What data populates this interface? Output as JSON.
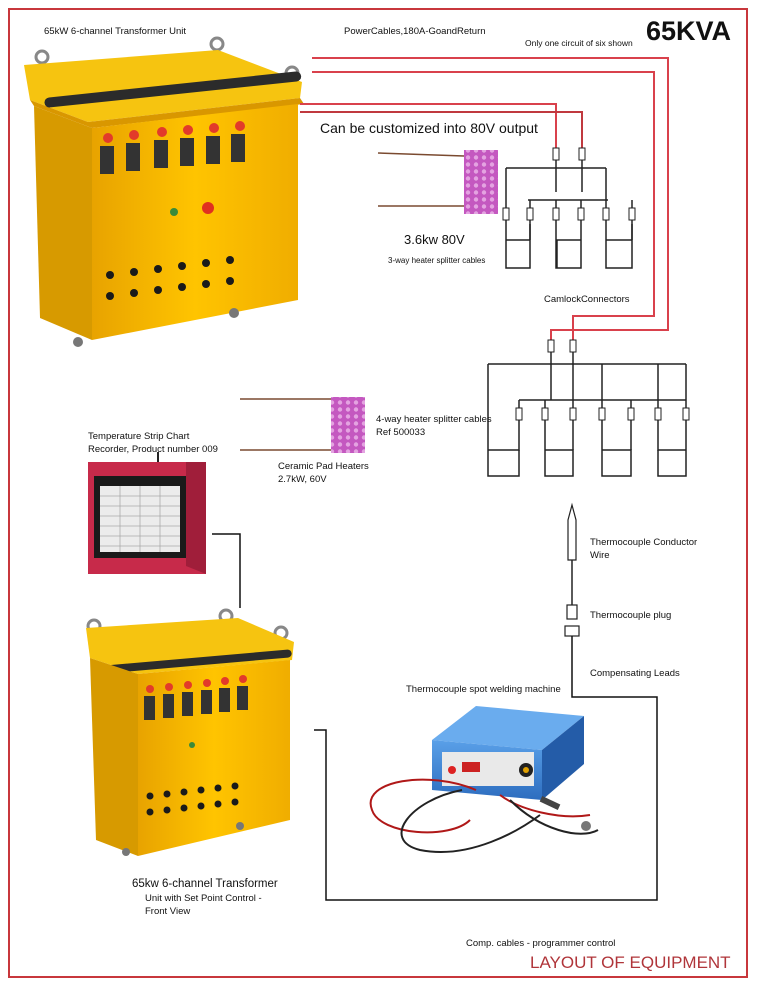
{
  "header": {
    "top_unit_label": "65kW 6-channel Transformer Unit",
    "power_cables": "PowerCables,180A-GoandReturn",
    "circuit_note": "Only one circuit of six shown",
    "rating": "65KVA"
  },
  "labels": {
    "customize_note": "Can be customized into 80V output",
    "heater_3way_rating": "3.6kw  80V",
    "heater_3way_cable": "3-way heater splitter cables",
    "camlock": "CamlockConnectors",
    "heater_4way_cable_1": "4-way heater splitter cables",
    "heater_4way_cable_2": "Ref 500033",
    "ceramic_pad_1": "Ceramic Pad Heaters",
    "ceramic_pad_2": "2.7kW, 60V",
    "recorder_1": "Temperature Strip Chart",
    "recorder_2": "Recorder,  Product number 009",
    "tc_wire_1": "Thermocouple Conductor",
    "tc_wire_2": "Wire",
    "tc_plug": "Thermocouple plug",
    "comp_leads": "Compensating Leads",
    "spot_welder": "Thermocouple spot welding machine",
    "bottom_unit_1": "65kw 6-channel Transformer",
    "bottom_unit_2": "Unit with Set Point Control -",
    "bottom_unit_3": "Front View",
    "comp_cables": "Comp. cables - programmer control",
    "footer": "LAYOUT OF EQUIPMENT"
  },
  "colors": {
    "frame": "#c8373c",
    "power_wire": "#d9414c",
    "cabinet": "#f5b800",
    "heater_pad": "#c85cc4",
    "welder": "#3a7fd0"
  }
}
